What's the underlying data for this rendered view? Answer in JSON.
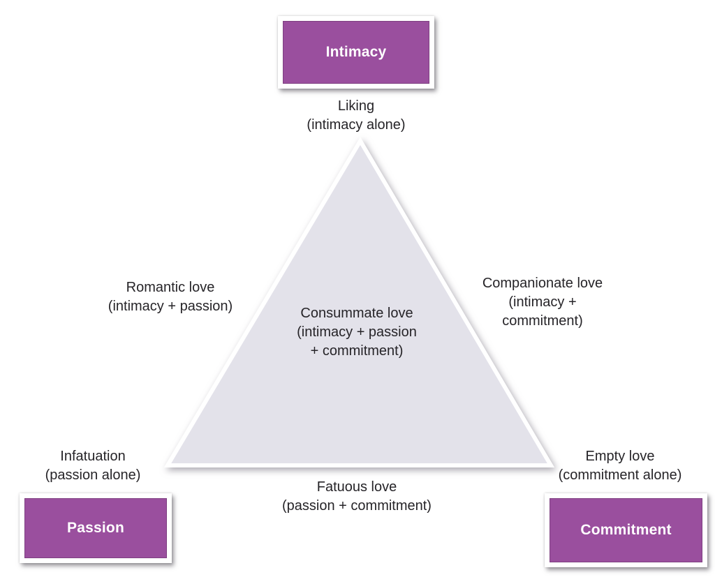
{
  "diagram": {
    "component_boxes": {
      "intimacy": "Intimacy",
      "passion": "Passion",
      "commitment": "Commitment"
    },
    "labels": {
      "liking": {
        "lines": [
          "Liking",
          "(intimacy alone)"
        ]
      },
      "romantic": {
        "lines": [
          "Romantic love",
          "(intimacy + passion)"
        ]
      },
      "companionate": {
        "lines": [
          "Companionate love",
          "(intimacy +",
          "commitment)"
        ]
      },
      "consummate": {
        "lines": [
          "Consummate love",
          "(intimacy + passion",
          "+ commitment)"
        ]
      },
      "infatuation": {
        "lines": [
          "Infatuation",
          "(passion alone)"
        ]
      },
      "empty_love": {
        "lines": [
          "Empty love",
          "(commitment alone)"
        ]
      },
      "fatuous": {
        "lines": [
          "Fatuous love",
          "(passion + commitment)"
        ]
      }
    },
    "colors": {
      "box_purple": "#9A4F9E",
      "box_purple_dark": "#7E3F81",
      "frame_white": "#FFFFFF",
      "triangle_fill": "#E3E2EA",
      "text_dark": "#262428",
      "box_label_text": "#FFFFFF"
    }
  }
}
